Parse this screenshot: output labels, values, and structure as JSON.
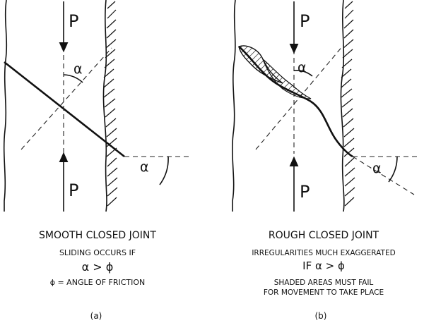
{
  "panel_a": {
    "force_top": "P",
    "force_bottom": "P",
    "angle_upper": "α",
    "angle_lower": "α",
    "title": "SMOOTH CLOSED JOINT",
    "line1": "SLIDING OCCURS IF",
    "line2": "α > ϕ",
    "line3": "ϕ = ANGLE OF FRICTION",
    "tag": "(a)"
  },
  "panel_b": {
    "force_top": "P",
    "force_bottom": "P",
    "angle_upper": "α",
    "angle_lower": "α",
    "title": "ROUGH CLOSED JOINT",
    "line1": "IRREGULARITIES MUCH EXAGGERATED",
    "line2": "IF α > ϕ",
    "line3": "SHADED AREAS MUST FAIL",
    "line4": "FOR MOVEMENT TO TAKE PLACE",
    "tag": "(b)"
  }
}
